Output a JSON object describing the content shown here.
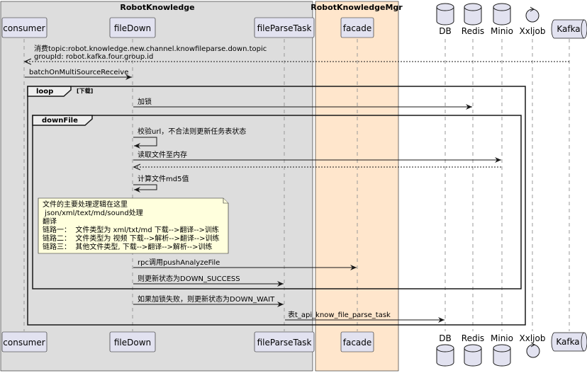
{
  "boxes": {
    "robot_knowledge": "RobotKnowledge",
    "robot_knowledge_mgr": "RobotKnowledgeMgr"
  },
  "participants": {
    "consumer": "consumer",
    "file_down": "fileDown",
    "file_parse_task": "fileParseTask",
    "facade": "facade",
    "db": "DB",
    "redis": "Redis",
    "minio": "Minio",
    "xxljob": "Xxljob",
    "kafka": "Kafka"
  },
  "messages": {
    "kafka_topic": "消费topic:robot.knowledge.new.channel.knowfileparse.down.topic",
    "kafka_group": "groupId: robot.kafka.four.group.id",
    "batch_receive": "batchOnMultiSourceReceive",
    "lock": "加锁",
    "validate": "校验url，不合法则更新任务表状态",
    "read_file": "读取文件至内存",
    "md5": "计算文件md5值",
    "rpc": "rpc调用pushAnalyzeFile",
    "down_success": "则更新状态为DOWN_SUCCESS",
    "down_wait": "如果加锁失败，则更新状态为DOWN_WAIT",
    "table": "表t_api_know_file_parse_task"
  },
  "fragments": {
    "loop_keyword": "loop",
    "loop_condition": "[下载]",
    "group_keyword": "downFile"
  },
  "note": {
    "lines": [
      "文件的主要处理逻辑在这里",
      " json/xml/text/md/sound处理",
      "翻译",
      "链路一：  文件类型为 xml/txt/md 下载-->翻译-->训练",
      "链路二：  文件类型为 视频 下载-->解析-->翻译-->训练",
      "链路三：  其他文件类型, 下载-->翻译-->解析-->训练"
    ]
  },
  "colors": {
    "box_robot_knowledge": "#dddddd",
    "box_robot_knowledge_mgr": "#ffe6cc",
    "participant_fill": "#e2e2f0",
    "note_fill": "#ffffdd",
    "lifeline": "#999999"
  }
}
